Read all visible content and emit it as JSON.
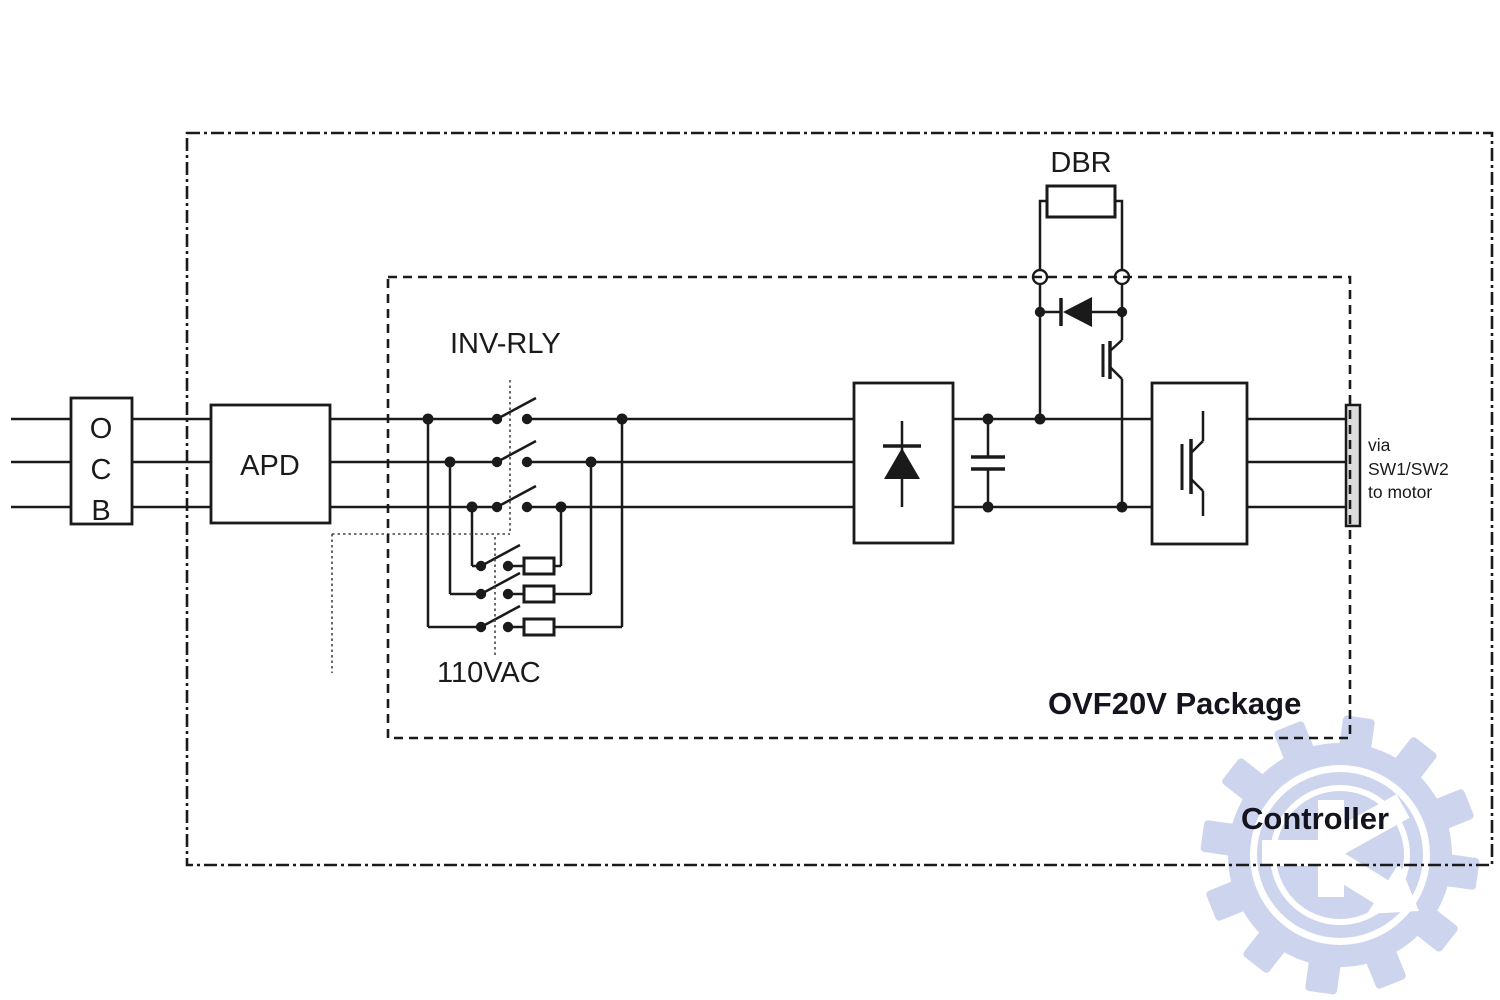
{
  "labels": {
    "ocb": [
      "O",
      "C",
      "B"
    ],
    "apd": "APD",
    "inv_rly": "INV-RLY",
    "control_voltage": "110VAC",
    "dbr": "DBR",
    "package": "OVF20V Package",
    "controller": "Controller",
    "output_note": [
      "via",
      "SW1/SW2",
      "to motor"
    ]
  },
  "colors": {
    "line": "#1a1a1a",
    "bold_label": "#14141e",
    "watermark": "#cdd4ee",
    "terminal_fill": "#dcdcdc"
  }
}
